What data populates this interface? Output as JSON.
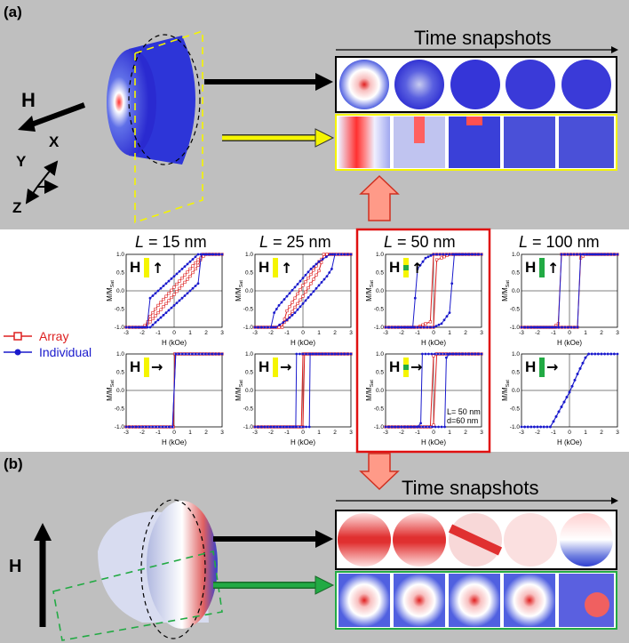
{
  "panel_a": {
    "label": "(a)",
    "time_title": "Time snapshots",
    "field_label": "H",
    "axes": {
      "x": "X",
      "y": "Y",
      "z": "Z"
    }
  },
  "panel_b": {
    "label": "(b)",
    "time_title": "Time snapshots",
    "field_label": "H"
  },
  "legend": {
    "array": "Array",
    "individual": "Individual"
  },
  "colors": {
    "array": "#dd2020",
    "individual": "#1a1acc",
    "highlight": "#e01010",
    "yellow": "#f5f500",
    "green": "#22aa44",
    "band": "#bfbfbf"
  },
  "columns": [
    {
      "L_symbol": "L",
      "L_value": " = 15 nm",
      "inset": "yellow"
    },
    {
      "L_symbol": "L",
      "L_value": " = 25 nm",
      "inset": "yellow"
    },
    {
      "L_symbol": "L",
      "L_value": " = 50 nm",
      "inset": "yellow-green"
    },
    {
      "L_symbol": "L",
      "L_value": " = 100 nm",
      "inset": "green"
    }
  ],
  "plot_common": {
    "ylabel": "M/M",
    "ylabel_sub": "Sat",
    "xlabel": "H (kOe)",
    "xticks": [
      "-3",
      "-2",
      "-1",
      "0",
      "1",
      "2",
      "3"
    ],
    "yticks": [
      "-1.0",
      "-0.5",
      "0.0",
      "0.5",
      "1.0"
    ],
    "inset_H": "H",
    "arrow_up": "↑",
    "arrow_right": "→"
  },
  "annotation": {
    "line1": "L= 50 nm",
    "line2": "d=60 nm"
  },
  "chart_data": [
    {
      "type": "line",
      "field": "perpendicular",
      "L_nm": 15,
      "xlim": [
        -3,
        3
      ],
      "ylim": [
        -1,
        1
      ],
      "series": [
        {
          "name": "Array",
          "up": [
            [
              -3,
              -1
            ],
            [
              -2,
              -1
            ],
            [
              -1.5,
              -0.85
            ],
            [
              -1,
              -0.6
            ],
            [
              -0.5,
              -0.35
            ],
            [
              0,
              -0.1
            ],
            [
              0.5,
              0.15
            ],
            [
              1,
              0.4
            ],
            [
              1.5,
              0.7
            ],
            [
              1.8,
              1
            ],
            [
              3,
              1
            ]
          ],
          "down": [
            [
              3,
              1
            ],
            [
              2,
              1
            ],
            [
              1.5,
              0.85
            ],
            [
              1,
              0.6
            ],
            [
              0.5,
              0.35
            ],
            [
              0,
              0.1
            ],
            [
              -0.5,
              -0.15
            ],
            [
              -1,
              -0.4
            ],
            [
              -1.5,
              -0.7
            ],
            [
              -1.8,
              -1
            ],
            [
              -3,
              -1
            ]
          ]
        },
        {
          "name": "Individual",
          "up": [
            [
              -3,
              -1
            ],
            [
              -2,
              -1
            ],
            [
              -1.5,
              -1
            ],
            [
              -1,
              -0.8
            ],
            [
              -0.5,
              -0.6
            ],
            [
              0,
              -0.4
            ],
            [
              0.5,
              -0.2
            ],
            [
              1,
              0
            ],
            [
              1.5,
              0.2
            ],
            [
              1.7,
              1
            ],
            [
              3,
              1
            ]
          ],
          "down": [
            [
              3,
              1
            ],
            [
              2,
              1
            ],
            [
              1.5,
              1
            ],
            [
              1,
              0.8
            ],
            [
              0.5,
              0.6
            ],
            [
              0,
              0.4
            ],
            [
              -0.5,
              0.2
            ],
            [
              -1,
              0
            ],
            [
              -1.5,
              -0.2
            ],
            [
              -1.7,
              -1
            ],
            [
              -3,
              -1
            ]
          ]
        }
      ]
    },
    {
      "type": "line",
      "field": "perpendicular",
      "L_nm": 25,
      "xlim": [
        -3,
        3
      ],
      "ylim": [
        -1,
        1
      ],
      "series": [
        {
          "name": "Array",
          "up": [
            [
              -3,
              -1
            ],
            [
              -1.5,
              -1
            ],
            [
              -1,
              -0.8
            ],
            [
              -0.5,
              -0.45
            ],
            [
              0,
              -0.15
            ],
            [
              0.5,
              0.2
            ],
            [
              1,
              0.55
            ],
            [
              1.3,
              1
            ],
            [
              3,
              1
            ]
          ],
          "down": [
            [
              3,
              1
            ],
            [
              1.5,
              1
            ],
            [
              1,
              0.8
            ],
            [
              0.5,
              0.45
            ],
            [
              0,
              0.15
            ],
            [
              -0.5,
              -0.2
            ],
            [
              -1,
              -0.55
            ],
            [
              -1.3,
              -1
            ],
            [
              -3,
              -1
            ]
          ]
        },
        {
          "name": "Individual",
          "up": [
            [
              -3,
              -1
            ],
            [
              -2,
              -1
            ],
            [
              -1.7,
              -1
            ],
            [
              -1,
              -0.8
            ],
            [
              -0.5,
              -0.6
            ],
            [
              0,
              -0.35
            ],
            [
              0.5,
              -0.1
            ],
            [
              1,
              0.15
            ],
            [
              1.5,
              0.4
            ],
            [
              1.8,
              0.6
            ],
            [
              2,
              1
            ],
            [
              3,
              1
            ]
          ],
          "down": [
            [
              3,
              1
            ],
            [
              2,
              1
            ],
            [
              1.7,
              1
            ],
            [
              1,
              0.8
            ],
            [
              0.5,
              0.6
            ],
            [
              0,
              0.35
            ],
            [
              -0.5,
              0.1
            ],
            [
              -1,
              -0.15
            ],
            [
              -1.5,
              -0.4
            ],
            [
              -1.8,
              -0.6
            ],
            [
              -2,
              -1
            ],
            [
              -3,
              -1
            ]
          ]
        }
      ]
    },
    {
      "type": "line",
      "field": "perpendicular",
      "L_nm": 50,
      "xlim": [
        -3,
        3
      ],
      "ylim": [
        -1,
        1
      ],
      "series": [
        {
          "name": "Array",
          "up": [
            [
              -3,
              -1
            ],
            [
              -1,
              -1
            ],
            [
              -0.5,
              -0.9
            ],
            [
              -0.2,
              -0.85
            ],
            [
              0,
              1
            ],
            [
              3,
              1
            ]
          ],
          "down": [
            [
              3,
              1
            ],
            [
              1,
              1
            ],
            [
              0.5,
              0.9
            ],
            [
              0.2,
              0.85
            ],
            [
              0,
              -1
            ],
            [
              -3,
              -1
            ]
          ]
        },
        {
          "name": "Individual",
          "up": [
            [
              -3,
              -1
            ],
            [
              0,
              -1
            ],
            [
              0.5,
              -0.9
            ],
            [
              1,
              -0.6
            ],
            [
              1.3,
              1
            ],
            [
              3,
              1
            ]
          ],
          "down": [
            [
              3,
              1
            ],
            [
              0,
              1
            ],
            [
              -0.5,
              0.9
            ],
            [
              -1,
              0.6
            ],
            [
              -1.3,
              -1
            ],
            [
              -3,
              -1
            ]
          ]
        }
      ]
    },
    {
      "type": "line",
      "field": "perpendicular",
      "L_nm": 100,
      "xlim": [
        -3,
        3
      ],
      "ylim": [
        -1,
        1
      ],
      "series": [
        {
          "name": "Array",
          "up": [
            [
              -3,
              -1
            ],
            [
              -1,
              -1
            ],
            [
              -0.7,
              -0.9
            ],
            [
              -0.5,
              1
            ],
            [
              3,
              1
            ]
          ],
          "down": [
            [
              3,
              1
            ],
            [
              1,
              1
            ],
            [
              0.7,
              0.9
            ],
            [
              0.5,
              -1
            ],
            [
              -3,
              -1
            ]
          ]
        },
        {
          "name": "Individual",
          "up": [
            [
              -3,
              -1
            ],
            [
              0.5,
              -1
            ],
            [
              0.7,
              1
            ],
            [
              3,
              1
            ]
          ],
          "down": [
            [
              3,
              1
            ],
            [
              -0.5,
              1
            ],
            [
              -0.7,
              -1
            ],
            [
              -3,
              -1
            ]
          ]
        }
      ]
    },
    {
      "type": "line",
      "field": "parallel",
      "L_nm": 15,
      "xlim": [
        -3,
        3
      ],
      "ylim": [
        -1,
        1
      ],
      "series": [
        {
          "name": "Array",
          "up": [
            [
              -3,
              -1
            ],
            [
              -0.05,
              -1
            ],
            [
              0.05,
              1
            ],
            [
              3,
              1
            ]
          ],
          "down": [
            [
              3,
              1
            ],
            [
              0.05,
              1
            ],
            [
              -0.05,
              -1
            ],
            [
              -3,
              -1
            ]
          ]
        },
        {
          "name": "Individual",
          "up": [
            [
              -3,
              -1
            ],
            [
              -0.1,
              -1
            ],
            [
              0.1,
              1
            ],
            [
              3,
              1
            ]
          ],
          "down": [
            [
              3,
              1
            ],
            [
              0.1,
              1
            ],
            [
              -0.1,
              -1
            ],
            [
              -3,
              -1
            ]
          ]
        }
      ]
    },
    {
      "type": "line",
      "field": "parallel",
      "L_nm": 25,
      "xlim": [
        -3,
        3
      ],
      "ylim": [
        -1,
        1
      ],
      "series": [
        {
          "name": "Array",
          "up": [
            [
              -3,
              -1
            ],
            [
              0,
              -1
            ],
            [
              0.1,
              1
            ],
            [
              3,
              1
            ]
          ],
          "down": [
            [
              3,
              1
            ],
            [
              0,
              1
            ],
            [
              -0.1,
              -1
            ],
            [
              -3,
              -1
            ]
          ]
        },
        {
          "name": "Individual",
          "up": [
            [
              -3,
              -1
            ],
            [
              0.4,
              -1
            ],
            [
              0.45,
              1
            ],
            [
              3,
              1
            ]
          ],
          "down": [
            [
              3,
              1
            ],
            [
              -0.4,
              1
            ],
            [
              -0.45,
              -1
            ],
            [
              -3,
              -1
            ]
          ]
        }
      ]
    },
    {
      "type": "line",
      "field": "parallel",
      "L_nm": 50,
      "xlim": [
        -3,
        3
      ],
      "ylim": [
        -1,
        1
      ],
      "series": [
        {
          "name": "Array",
          "up": [
            [
              -3,
              -1
            ],
            [
              -0.2,
              -1
            ],
            [
              0,
              0.95
            ],
            [
              0.2,
              1
            ],
            [
              3,
              1
            ]
          ],
          "down": [
            [
              3,
              1
            ],
            [
              0.2,
              1
            ],
            [
              0,
              -0.95
            ],
            [
              -0.2,
              -1
            ],
            [
              -3,
              -1
            ]
          ]
        },
        {
          "name": "Individual",
          "up": [
            [
              -3,
              -1
            ],
            [
              0.7,
              -1
            ],
            [
              0.8,
              0.9
            ],
            [
              1,
              1
            ],
            [
              3,
              1
            ]
          ],
          "down": [
            [
              3,
              1
            ],
            [
              -0.7,
              1
            ],
            [
              -0.8,
              -0.9
            ],
            [
              -1,
              -1
            ],
            [
              -3,
              -1
            ]
          ]
        }
      ]
    },
    {
      "type": "line",
      "field": "parallel",
      "L_nm": 100,
      "xlim": [
        -3,
        3
      ],
      "ylim": [
        -1,
        1
      ],
      "series": [
        {
          "name": "Individual",
          "up": [
            [
              -3,
              -1
            ],
            [
              -1.2,
              -1
            ],
            [
              -1,
              -0.85
            ],
            [
              -0.5,
              -0.45
            ],
            [
              0,
              -0.05
            ],
            [
              0.5,
              0.45
            ],
            [
              1,
              0.9
            ],
            [
              1.2,
              1
            ],
            [
              3,
              1
            ]
          ],
          "down": [
            [
              3,
              1
            ],
            [
              1.2,
              1
            ],
            [
              1,
              0.9
            ],
            [
              0.5,
              0.45
            ],
            [
              0,
              -0.05
            ],
            [
              -0.5,
              -0.45
            ],
            [
              -1,
              -0.85
            ],
            [
              -1.2,
              -1
            ],
            [
              -3,
              -1
            ]
          ]
        }
      ]
    }
  ]
}
